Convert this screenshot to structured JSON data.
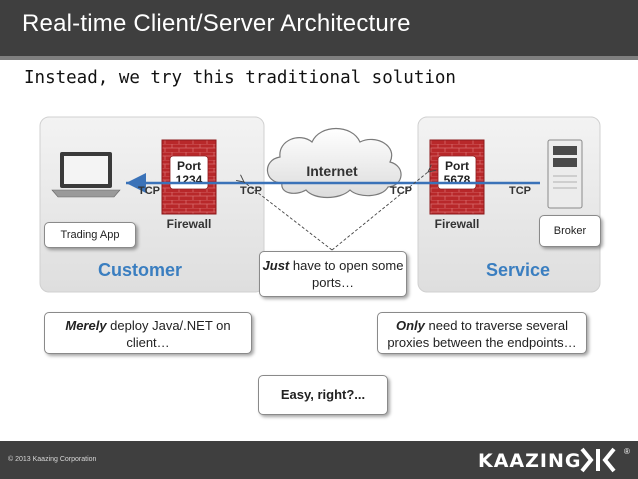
{
  "header": {
    "title": "Real-time Client/Server Architecture"
  },
  "subtitle": "Instead, we try this traditional solution",
  "diagram": {
    "customer_label": "Customer",
    "service_label": "Service",
    "internet_label": "Internet",
    "tcp_label": "TCP",
    "firewall_label": "Firewall",
    "port_word": "Port",
    "port_customer": "1234",
    "port_service": "5678"
  },
  "callouts": {
    "trading_app": "Trading App",
    "broker": "Broker",
    "ports_em": "Just",
    "ports_rest": " have to open some ports…",
    "deploy_em": "Merely",
    "deploy_rest": " deploy Java/.NET  on client…",
    "proxies_em": "Only",
    "proxies_rest": " need to traverse several proxies between the endpoints…",
    "easy": "Easy, right?..."
  },
  "footer": {
    "copyright": "© 2013 Kaazing Corporation",
    "logo_text": "KAAZING",
    "logo_mark": "®"
  },
  "colors": {
    "header_bg": "#3f3f3f",
    "panel_bg": "#ebebeb",
    "firewall_red": "#b8282a",
    "accent_blue": "#3a7ec0",
    "arrow_blue": "#3a72b8"
  }
}
